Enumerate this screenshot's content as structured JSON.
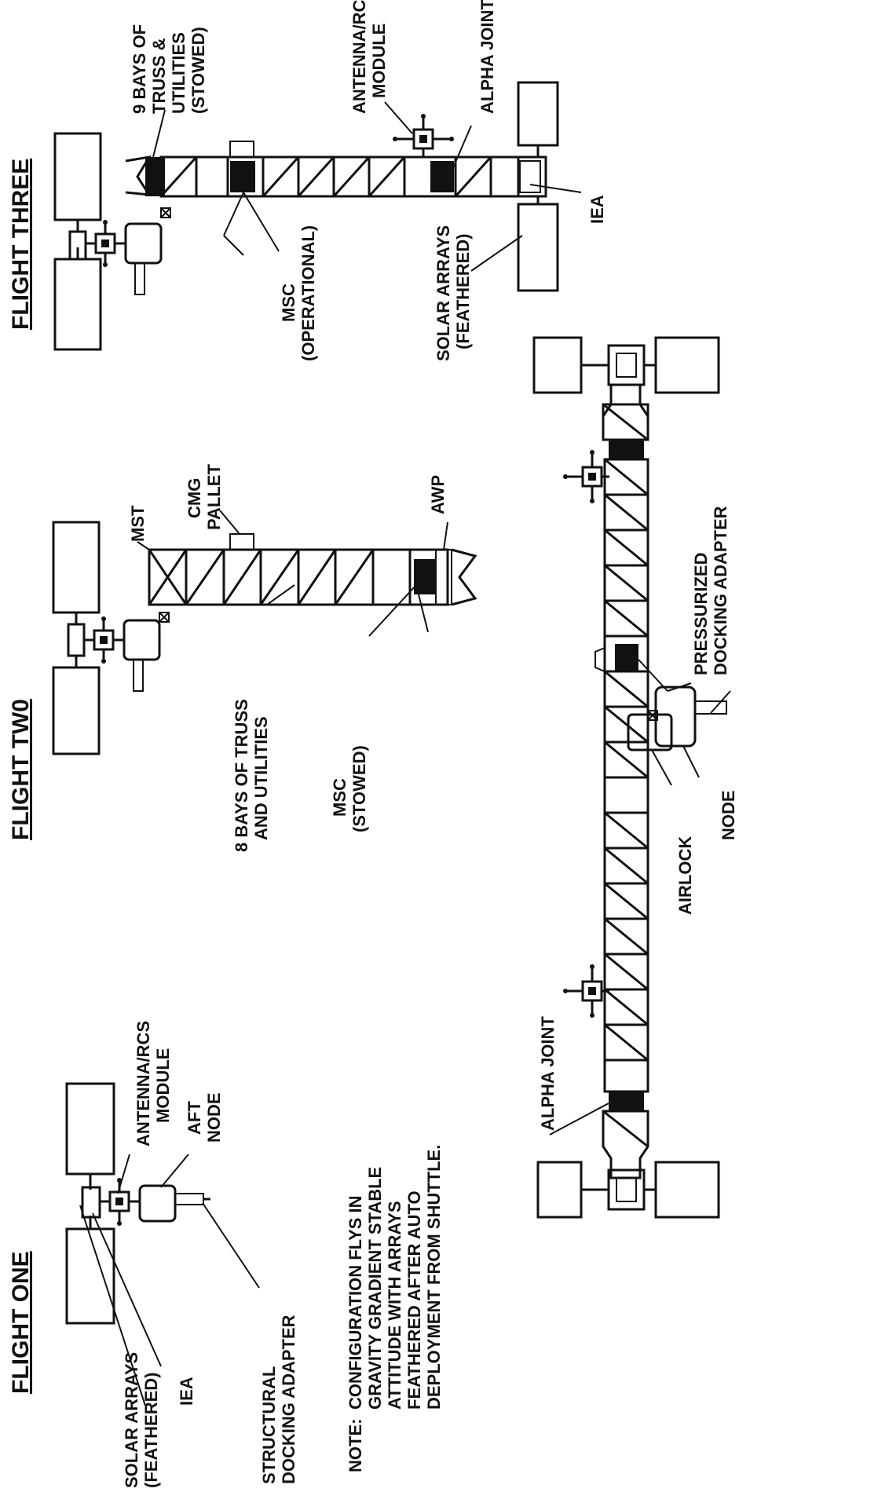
{
  "titles": {
    "flight_one": "FLIGHT ONE",
    "flight_two": "FLIGHT TW0",
    "flight_three": "FLIGHT THREE"
  },
  "flight_one": {
    "solar_arrays_1": "SOLAR ARRAYS",
    "solar_arrays_2": "(FEATHERED)",
    "iea": "IEA",
    "structural_1": "STRUCTURAL",
    "structural_2": "DOCKING ADAPTER",
    "antenna_1": "ANTENNA/RCS",
    "antenna_2": "MODULE",
    "aft_1": "AFT",
    "aft_2": "NODE"
  },
  "note": {
    "label": "NOTE:",
    "line1": "CONFIGURATION FLYS IN",
    "line2": "GRAVITY GRADIENT STABLE",
    "line3": "ATTITUDE WITH ARRAYS",
    "line4": "FEATHERED AFTER AUTO",
    "line5": "DEPLOYMENT FROM SHUTTLE."
  },
  "flight_two": {
    "bays_1": "8 BAYS OF TRUSS",
    "bays_2": "AND UTILITIES",
    "mst": "MST",
    "cmg_1": "CMG",
    "cmg_2": "PALLET",
    "msc_1": "MSC",
    "msc_2": "(STOWED)",
    "awp": "AWP"
  },
  "flight_three": {
    "bays_1": "9 BAYS OF",
    "bays_2": "TRUSS &",
    "bays_3": "UTILITIES",
    "bays_4": "(STOWED)",
    "antenna_1": "ANTENNA/RCS",
    "antenna_2": "MODULE",
    "alpha": "ALPHA JOINT",
    "msc_1": "MSC",
    "msc_2": "(OPERATIONAL)",
    "solar_1": "SOLAR ARRAYS",
    "solar_2": "(FEATHERED)",
    "iea": "IEA"
  },
  "assembled": {
    "alpha": "ALPHA JOINT",
    "airlock": "AIRLOCK",
    "node": "NODE",
    "pda_1": "PRESSURIZED",
    "pda_2": "DOCKING ADAPTER"
  }
}
